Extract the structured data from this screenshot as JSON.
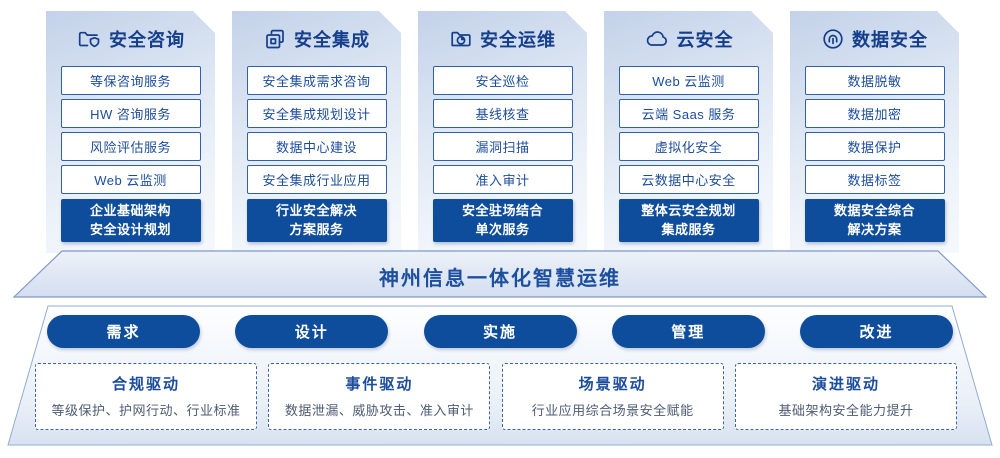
{
  "colors": {
    "primary_blue": "#0e4c9c",
    "box_border_blue": "#2f5fad",
    "title_navy": "#153e8c",
    "item_text_blue": "#1c4c9c",
    "banner_text_blue": "#1d4f9f",
    "driver_desc_gray": "#4e5b72",
    "trapezoid_border": "#7e99c7"
  },
  "columns": [
    {
      "icon": "folder-shield-icon",
      "title": "安全咨询",
      "items": [
        "等保咨询服务",
        "HW 咨询服务",
        "风险评估服务",
        "Web 云监测"
      ],
      "footer_lines": [
        "企业基础架构",
        "安全设计规划"
      ]
    },
    {
      "icon": "copy-docs-icon",
      "title": "安全集成",
      "items": [
        "安全集成需求咨询",
        "安全集成规划设计",
        "数据中心建设",
        "安全集成行业应用"
      ],
      "footer_lines": [
        "行业安全解决",
        "方案服务"
      ]
    },
    {
      "icon": "folder-clock-icon",
      "title": "安全运维",
      "items": [
        "安全巡检",
        "基线核查",
        "漏洞扫描",
        "准入审计"
      ],
      "footer_lines": [
        "安全驻场结合",
        "单次服务"
      ]
    },
    {
      "icon": "cloud-icon",
      "title": "云安全",
      "items": [
        "Web 云监测",
        "云端 Saas 服务",
        "虚拟化安全",
        "云数据中心安全"
      ],
      "footer_lines": [
        "整体云安全规划",
        "集成服务"
      ]
    },
    {
      "icon": "fingerprint-icon",
      "title": "数据安全",
      "items": [
        "数据脱敏",
        "数据加密",
        "数据保护",
        "数据标签"
      ],
      "footer_lines": [
        "数据安全综合",
        "解决方案"
      ]
    }
  ],
  "banner": {
    "title": "神州信息一体化智慧运维"
  },
  "process_steps": [
    "需求",
    "设计",
    "实施",
    "管理",
    "改进"
  ],
  "drivers": [
    {
      "title": "合规驱动",
      "desc": "等级保护、护网行动、行业标准"
    },
    {
      "title": "事件驱动",
      "desc": "数据泄漏、威胁攻击、准入审计"
    },
    {
      "title": "场景驱动",
      "desc": "行业应用综合场景安全赋能"
    },
    {
      "title": "演进驱动",
      "desc": "基础架构安全能力提升"
    }
  ]
}
